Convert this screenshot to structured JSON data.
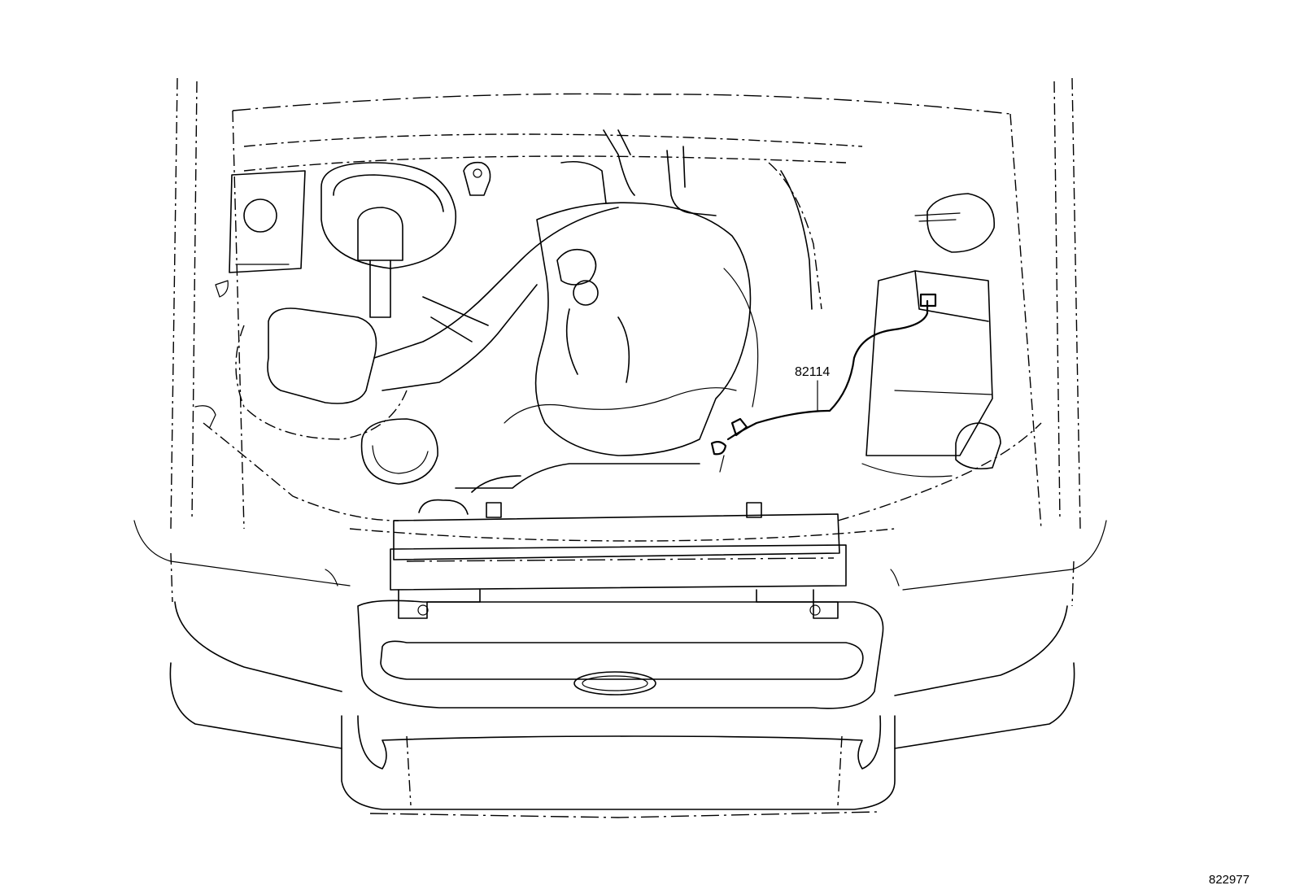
{
  "diagram": {
    "callouts": [
      {
        "id": "part-82114",
        "text": "82114"
      }
    ],
    "figure_number": "822977"
  }
}
